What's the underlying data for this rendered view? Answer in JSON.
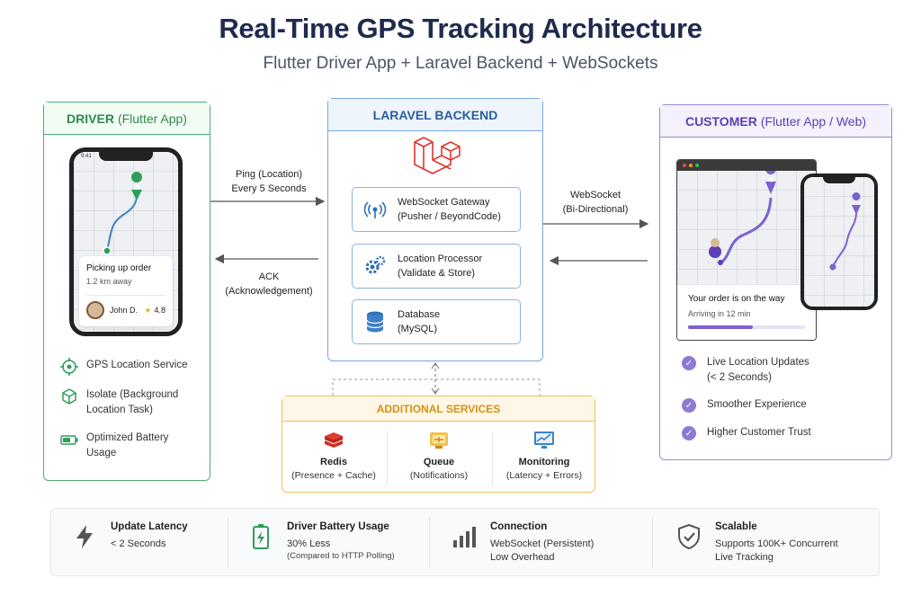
{
  "header": {
    "title": "Real-Time GPS Tracking Architecture",
    "subtitle": "Flutter Driver App + Laravel Backend + WebSockets"
  },
  "driver": {
    "title_bold": "DRIVER",
    "title_rest": "(Flutter App)",
    "phone": {
      "time": "9:41",
      "status": "Picking up order",
      "distance": "1.2 km away",
      "driver_name": "John D.",
      "rating": "4.8"
    },
    "features": [
      {
        "icon": "gps-target-icon",
        "label": "GPS Location Service"
      },
      {
        "icon": "isolate-cube-icon",
        "label": "Isolate (Background Location Task)"
      },
      {
        "icon": "battery-icon",
        "label": "Optimized Battery Usage"
      }
    ]
  },
  "arrows": {
    "ping_line1": "Ping (Location)",
    "ping_line2": "Every 5 Seconds",
    "ack_line1": "ACK",
    "ack_line2": "(Acknowledgement)",
    "ws_line1": "WebSocket",
    "ws_line2": "(Bi-Directional)"
  },
  "backend": {
    "title": "LARAVEL BACKEND",
    "components": [
      {
        "icon": "broadcast-icon",
        "name": "WebSocket Gateway",
        "detail": "(Pusher / BeyondCode)"
      },
      {
        "icon": "gears-icon",
        "name": "Location Processor",
        "detail": "(Validate & Store)"
      },
      {
        "icon": "database-icon",
        "name": "Database",
        "detail": "(MySQL)"
      }
    ]
  },
  "additional": {
    "title": "ADDITIONAL SERVICES",
    "services": [
      {
        "icon": "redis-icon",
        "name": "Redis",
        "detail": "(Presence + Cache)"
      },
      {
        "icon": "queue-icon",
        "name": "Queue",
        "detail": "(Notifications)"
      },
      {
        "icon": "monitoring-icon",
        "name": "Monitoring",
        "detail": "(Latency + Errors)"
      }
    ]
  },
  "customer": {
    "title_bold": "CUSTOMER",
    "title_rest": "(Flutter App / Web)",
    "card": {
      "title": "Your order is on the way",
      "eta": "Arriving in 12 min",
      "progress": 0.55
    },
    "benefits": [
      "Live Location Updates (< 2 Seconds)",
      "Smoother Experience",
      "Higher Customer Trust"
    ]
  },
  "stats": [
    {
      "icon": "lightning-icon",
      "title": "Update Latency",
      "value": "< 2 Seconds",
      "note": ""
    },
    {
      "icon": "battery-charge-icon",
      "title": "Driver Battery Usage",
      "value": "30% Less",
      "note": "(Compared to HTTP Polling)"
    },
    {
      "icon": "signal-bars-icon",
      "title": "Connection",
      "value": "WebSocket (Persistent)",
      "note": "Low Overhead"
    },
    {
      "icon": "shield-check-icon",
      "title": "Scalable",
      "value": "Supports 100K+ Concurrent",
      "note": "Live Tracking"
    }
  ],
  "colors": {
    "driver": "#4caf6e",
    "backend": "#7aa7d9",
    "customer": "#9b88d9",
    "additional": "#f0c05a",
    "laravel": "#e3342f"
  }
}
